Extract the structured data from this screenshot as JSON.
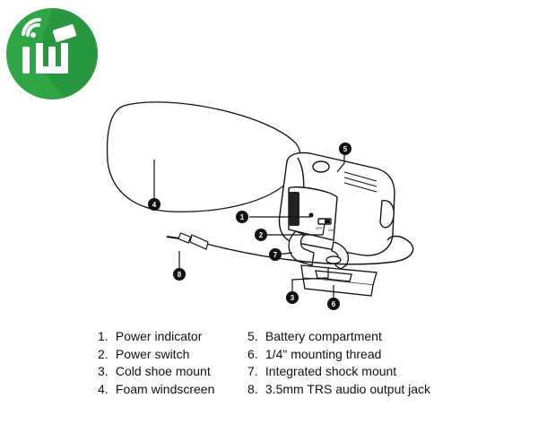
{
  "logo": {
    "name": "brand-logo",
    "glyph_text": "iW"
  },
  "callouts": [
    "1",
    "2",
    "3",
    "4",
    "5",
    "6",
    "7",
    "8"
  ],
  "switch_labels": {
    "off": "OFF",
    "on": "ON"
  },
  "legend": {
    "left": [
      {
        "num": "1.",
        "label": "Power indicator"
      },
      {
        "num": "2.",
        "label": "Power switch"
      },
      {
        "num": "3.",
        "label": "Cold shoe mount"
      },
      {
        "num": "4.",
        "label": "Foam windscreen"
      }
    ],
    "right": [
      {
        "num": "5.",
        "label": "Battery compartment"
      },
      {
        "num": "6.",
        "label": "1/4\" mounting thread"
      },
      {
        "num": "7.",
        "label": "Integrated shock mount"
      },
      {
        "num": "8.",
        "label": "3.5mm TRS audio output jack"
      }
    ]
  },
  "colors": {
    "logo_green": "#2fa546",
    "logo_dark": "#1e8a36",
    "line": "#111111"
  }
}
